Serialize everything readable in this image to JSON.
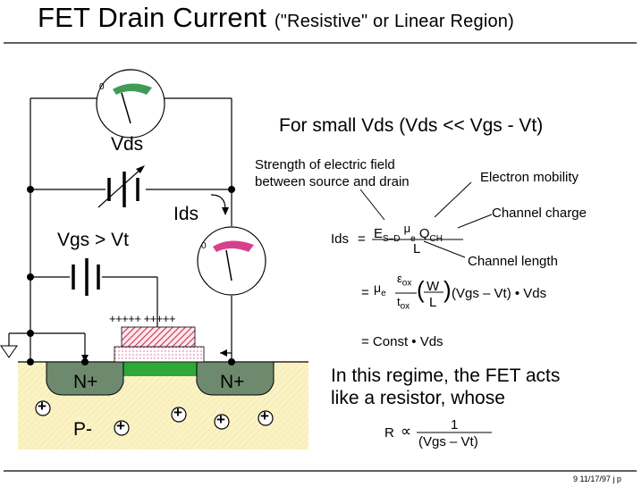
{
  "title": {
    "main": "FET Drain Current",
    "sub": "(\"Resistive\" or Linear Region)"
  },
  "circuit": {
    "vds_label": "Vds",
    "ids_label": "Ids",
    "vgs_label": "Vgs > Vt",
    "meter_zero": "0",
    "gate_charge": "+++++ +++++",
    "n_left": "N+",
    "n_right": "N+",
    "p_label": "P-",
    "plus": "+",
    "colors": {
      "substrate": "#fbf3c4",
      "nwell": "#6e8a6e",
      "channel": "#2fa83a",
      "gate": "#c8405a",
      "oxide": "#f4c8d6",
      "vds_meter": "#1f8a3a",
      "ids_meter": "#d21e78"
    }
  },
  "equation": {
    "heading": "For small Vds (Vds << Vgs - Vt)",
    "ann_field_1": "Strength of electric field",
    "ann_field_2": "between source and drain",
    "ann_mobility": "Electron mobility",
    "ann_charge": "Channel charge",
    "ann_length": "Channel length",
    "ids": "Ids",
    "eq": "=",
    "num_e": "E",
    "num_e_sub": "S–D",
    "num_mu": "μ",
    "num_mu_sub": "e",
    "num_q": "Q",
    "num_q_sub": "CH",
    "den_L": "L",
    "line2_mu": "μ",
    "line2_mu_sub": "e",
    "line2_eps": "ε",
    "line2_eps_sub": "ox",
    "line2_t": "t",
    "line2_t_sub": "ox",
    "line2_W": "W",
    "line2_L": "L",
    "line2_rest": "(Vgs – Vt) • Vds",
    "line3": "= Const • Vds"
  },
  "conclusion": {
    "line1": "In this regime, the FET acts",
    "line2": "like a resistor, whose",
    "R": "R",
    "prop": "∝",
    "num": "1",
    "den": "(Vgs – Vt)"
  },
  "footer": "9   11/17/97  j p"
}
